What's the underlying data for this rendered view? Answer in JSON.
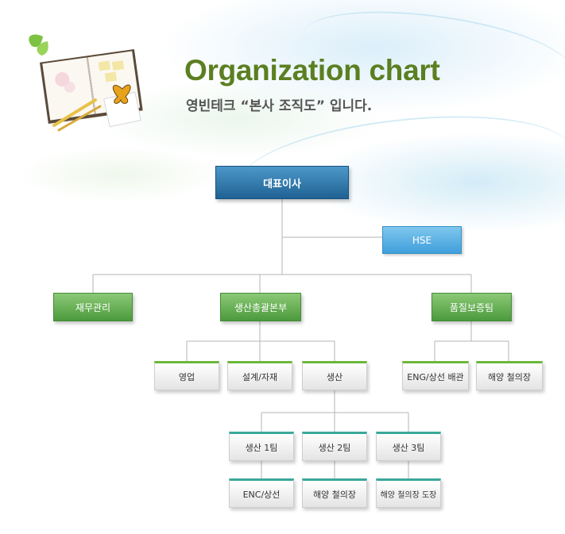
{
  "header": {
    "title": "Organization chart",
    "subtitle": "영빈테크 “본사 조직도” 입니다."
  },
  "org": {
    "ceo": "대표이사",
    "hse": "HSE",
    "divisions": {
      "finance": "재무관리",
      "production_hq": "생산총괄본부",
      "quality": "품질보증팀"
    },
    "departments": {
      "sales": "영업",
      "design_materials": "설계/자재",
      "production": "생산"
    },
    "quality_units": {
      "eng_piping": "ENG/상선 배관",
      "offshore_steel": "해양 철의장"
    },
    "teams": {
      "team1": "생산 1팀",
      "team2": "생산 2팀",
      "team3": "생산 3팀"
    },
    "team_units": {
      "team1_unit": "ENC/상선",
      "team2_unit": "해양 철의장",
      "team3_unit": "해양 철의장 도장"
    }
  },
  "colors": {
    "title_green": "#5b7f21",
    "ceo_blue": "#1f6293",
    "hse_blue": "#3f9fdb",
    "division_green": "#4c9a3c",
    "dept_green_bar": "#6bb83a",
    "team_teal_bar": "#3aa89a",
    "connector_gray": "#b5b5b5"
  },
  "icons": {
    "decoration": "notebook-with-pencils-and-butterfly-illustration"
  }
}
